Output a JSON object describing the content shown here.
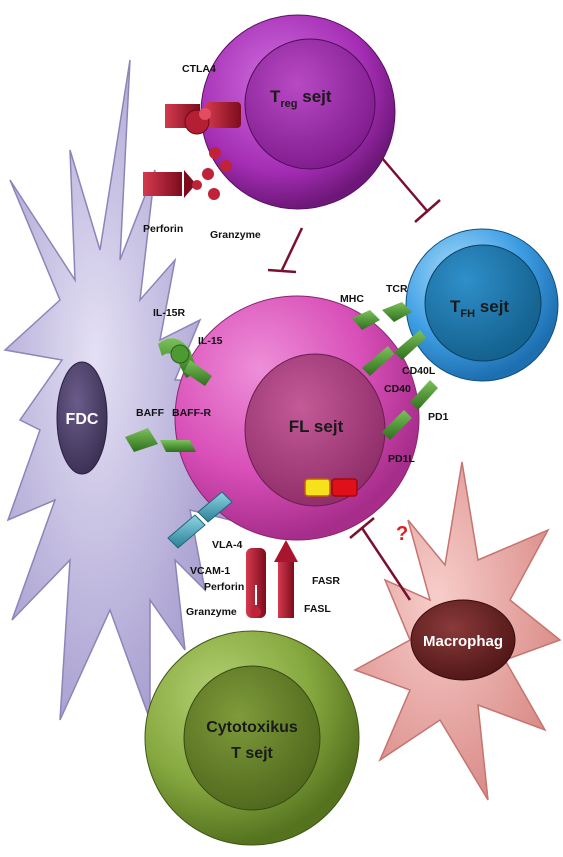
{
  "cells": {
    "treg": {
      "name_main": "T",
      "name_sub": "reg",
      "name_rest": " sejt"
    },
    "tfh": {
      "name_main": "T",
      "name_sub": "FH",
      "name_rest": " sejt"
    },
    "fl": {
      "name": "FL sejt"
    },
    "fdc": {
      "name": "FDC"
    },
    "macrophage": {
      "name": "Macrophag"
    },
    "ctl": {
      "line1": "Cytotoxikus",
      "line2": "T sejt"
    }
  },
  "labels": {
    "ctla4": "CTLA4",
    "perforin_top": "Perforin",
    "granzyme_top": "Granzyme",
    "il15r": "IL-15R",
    "il15": "IL-15",
    "mhc": "MHC",
    "tcr": "TCR",
    "cd40l": "CD40L",
    "cd40": "CD40",
    "pd1": "PD1",
    "pd1l": "PD1L",
    "baff": "BAFF",
    "baffr": "BAFF-R",
    "vla4": "VLA-4",
    "vcam1": "VCAM-1",
    "perforin_bottom": "Perforin",
    "granzyme_bottom": "Granzyme",
    "fasr": "FASR",
    "fasl": "FASL",
    "question": "?"
  },
  "colors": {
    "treg": "#a32cb3",
    "tfh": "#2d8fd6",
    "fl": "#d84fb8",
    "fdc": "#b7afd6",
    "macrophage": "#e9a4a0",
    "ctl": "#7fa33c",
    "receptor_green": "#3f8a2a",
    "receptor_red": "#a8152c",
    "receptor_blue": "#3aa0b8",
    "inhibit_line": "#7a1030"
  }
}
